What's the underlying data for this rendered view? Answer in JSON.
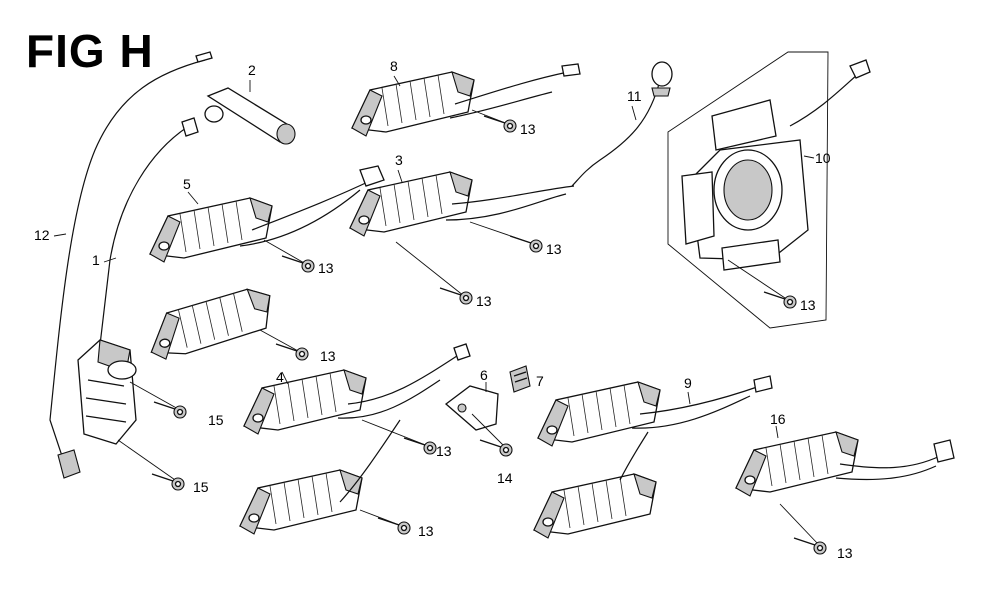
{
  "title": "FIG H",
  "callouts": {
    "c1": "1",
    "c2": "2",
    "c3": "3",
    "c4": "4",
    "c5": "5",
    "c6": "6",
    "c7": "7",
    "c8": "8",
    "c9": "9",
    "c10": "10",
    "c11": "11",
    "c12": "12",
    "c13": "13",
    "c14": "14",
    "c15": "15",
    "c16": "16"
  }
}
